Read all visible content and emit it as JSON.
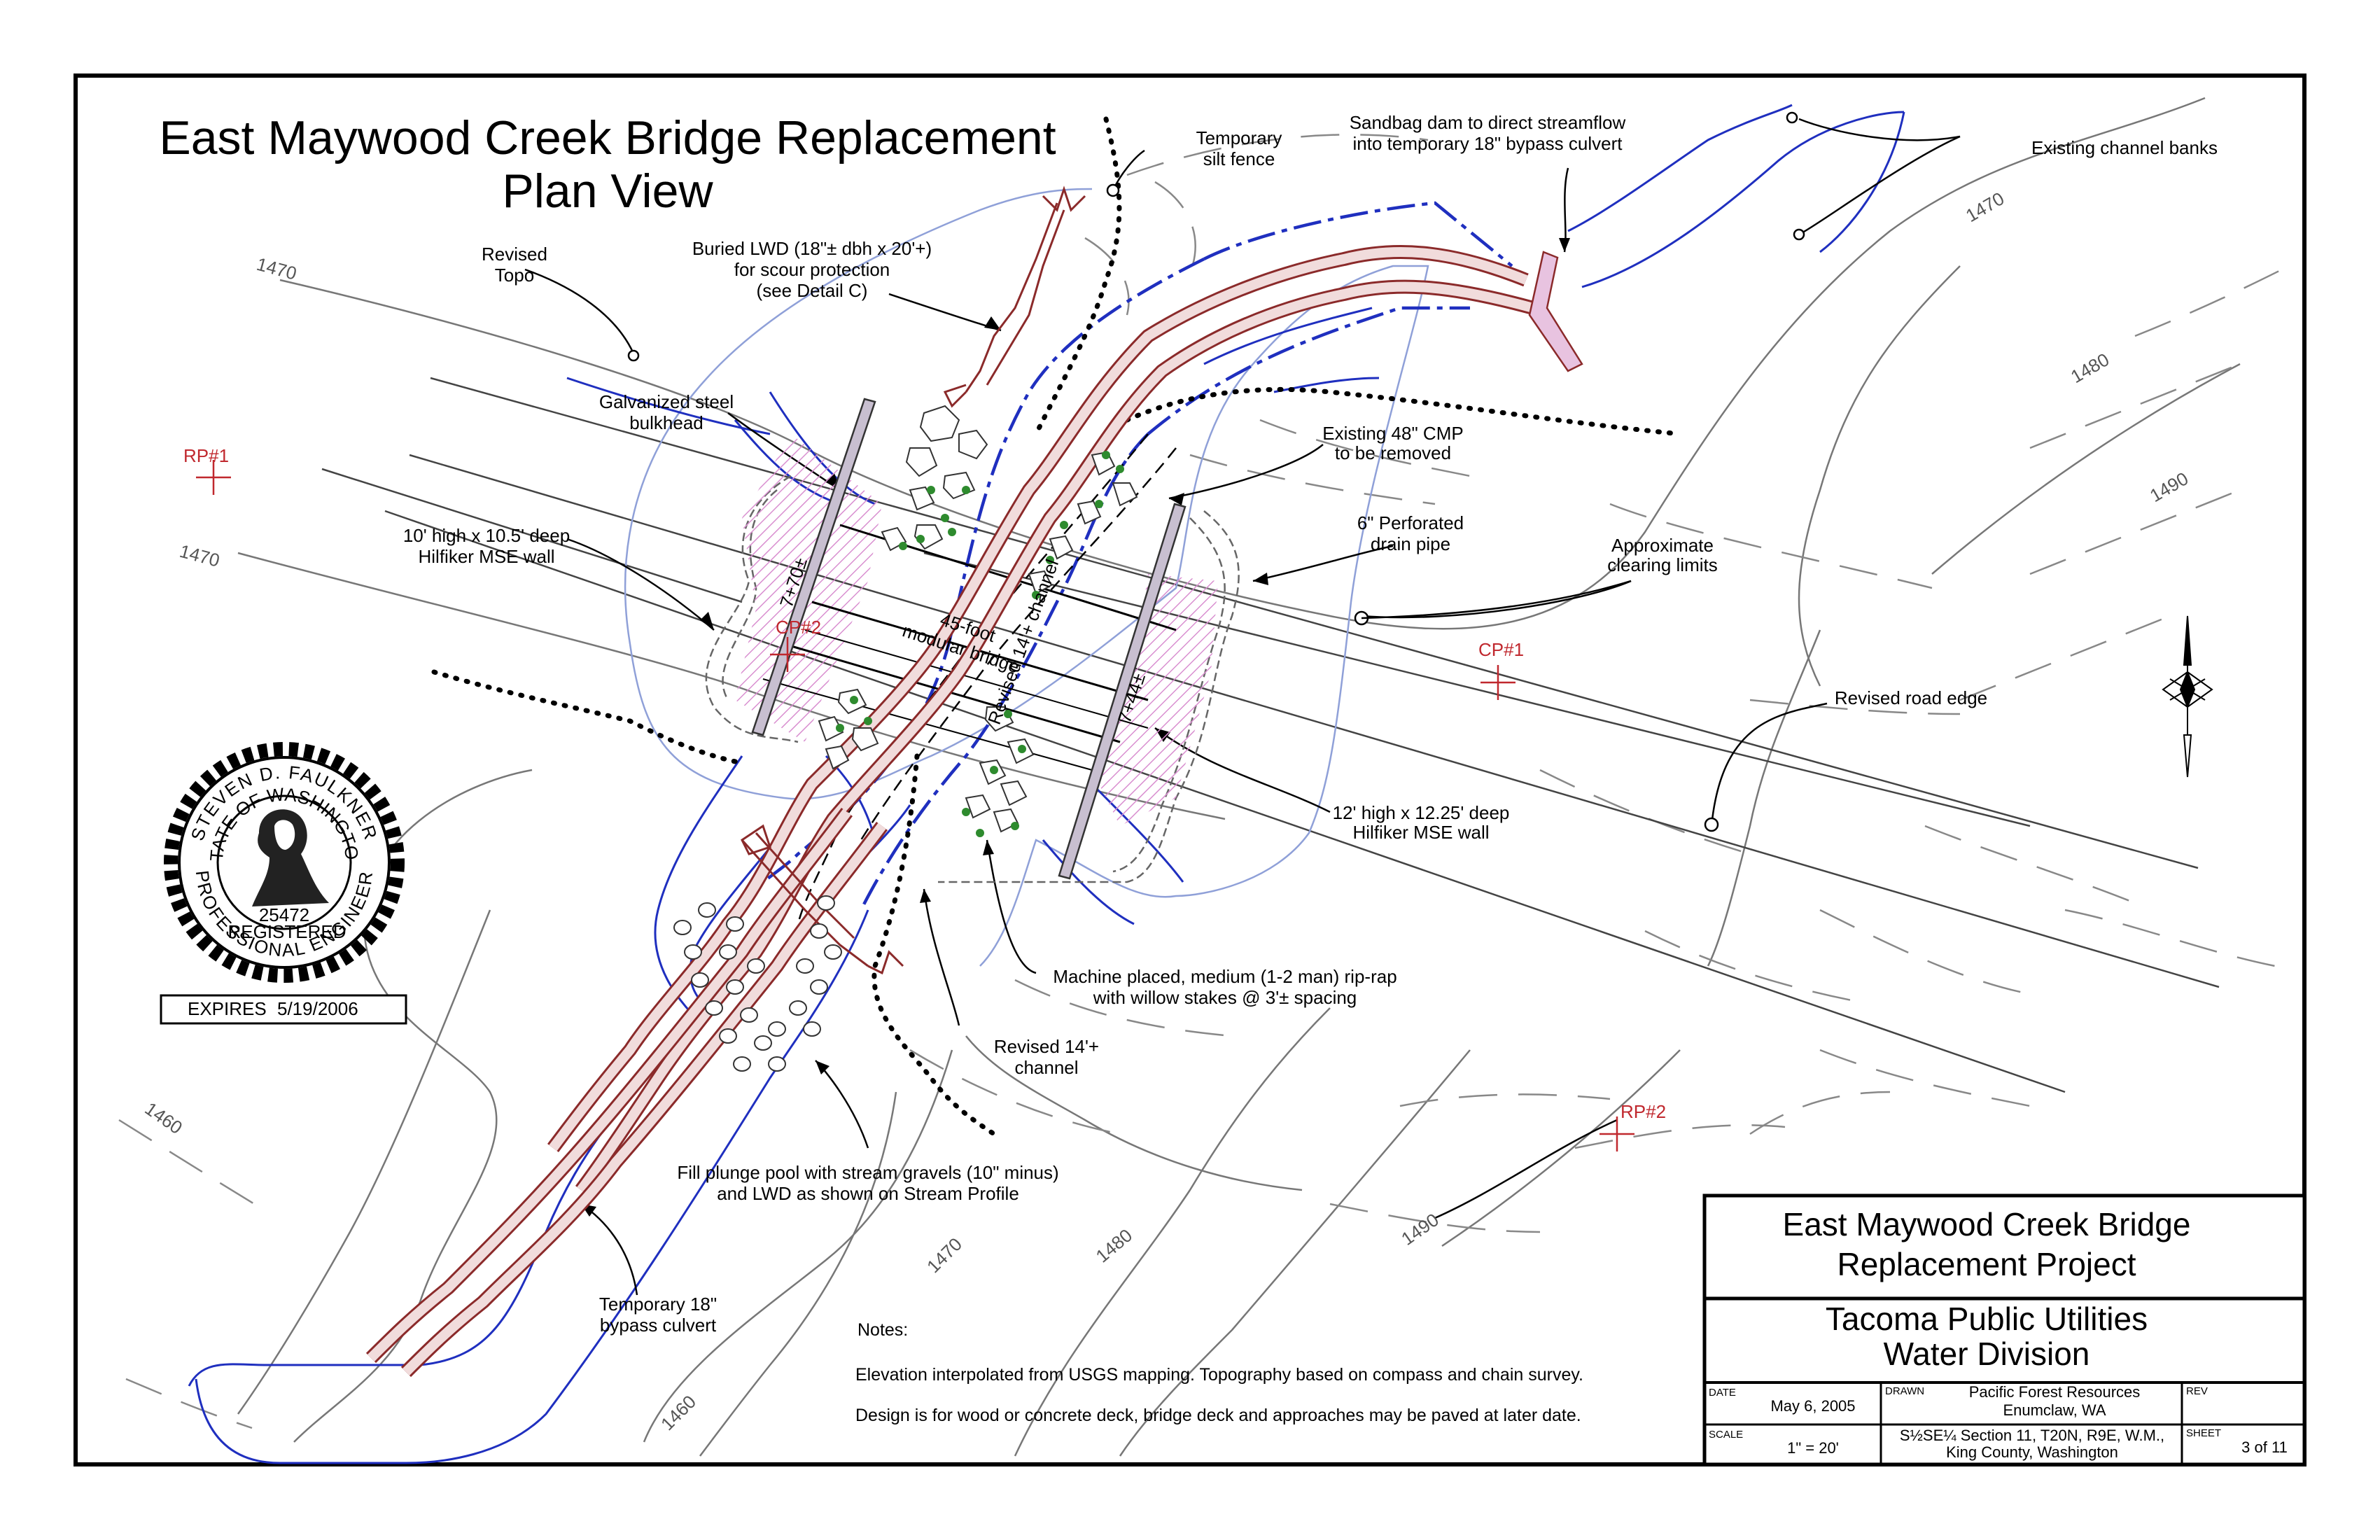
{
  "title": {
    "line1": "East Maywood Creek Bridge Replacement",
    "line2": "Plan View"
  },
  "labels": {
    "silt_fence": [
      "Temporary",
      "silt fence"
    ],
    "sandbag_dam": [
      "Sandbag dam to direct streamflow",
      "into temporary 18\" bypass culvert"
    ],
    "existing_banks": "Existing channel banks",
    "revised_topo": [
      "Revised",
      "Topo"
    ],
    "buried_lwd": [
      "Buried LWD (18\"± dbh x 20'+)",
      "for scour protection",
      "(see Detail C)"
    ],
    "galvanized": [
      "Galvanized steel",
      "bulkhead"
    ],
    "existing_cmp": [
      "Existing 48\" CMP",
      "to be removed"
    ],
    "wall_left": [
      "10' high x 10.5' deep",
      "Hilfiker MSE wall"
    ],
    "drain_pipe": [
      "6\" Perforated",
      "drain pipe"
    ],
    "clearing": [
      "Approximate",
      "clearing limits"
    ],
    "bridge": [
      "45-foot",
      "modular bridge"
    ],
    "sta_left": "7+70±",
    "sta_right": "7+44±",
    "channel_label": "Revised 14'+ channel",
    "cp_left": "CP#2",
    "cp_right": "CP#1",
    "rp1": "RP#1",
    "rp2": "RP#2",
    "revised_road": "Revised road edge",
    "wall_right": [
      "12' high x 12.25' deep",
      "Hilfiker MSE wall"
    ],
    "riprap": [
      "Machine placed, medium (1-2 man) rip-rap",
      "with willow stakes @ 3'± spacing"
    ],
    "revised_channel": [
      "Revised 14'+",
      "channel"
    ],
    "plunge_pool": [
      "Fill plunge pool with stream gravels (10\" minus)",
      "and LWD as shown on Stream Profile"
    ],
    "bypass_culvert": [
      "Temporary 18\"",
      "bypass culvert"
    ]
  },
  "contours": {
    "c1470_a": "1470",
    "c1470_b": "1470",
    "c1470_c": "1470",
    "c1480_a": "1480",
    "c1490_a": "1490",
    "c1460_a": "1460",
    "c1470_d": "1470",
    "c1480_b": "1480",
    "c1490_b": "1490",
    "c1460_b": "1460"
  },
  "seal": {
    "name": "STEVEN D. FAULKNER",
    "state": "STATE OF WASHINGTON",
    "number": "25472",
    "registered": "REGISTERED",
    "professional": "PROFESSIONAL ENGINEER",
    "expires_label": "EXPIRES",
    "expires_date": "5/19/2006"
  },
  "notes": {
    "heading": "Notes:",
    "line1": "Elevation interpolated from USGS mapping.  Topography based on compass and chain survey.",
    "line2": "Design is for wood or concrete deck, bridge deck and approaches may be paved at later date."
  },
  "title_block": {
    "project_line1": "East Maywood Creek Bridge",
    "project_line2": "Replacement Project",
    "org_line1": "Tacoma Public Utilities",
    "org_line2": "Water Division",
    "date_label": "DATE",
    "date_value": "May 6, 2005",
    "drawn_label": "DRAWN",
    "drawn_line1": "Pacific Forest Resources",
    "drawn_line2": "Enumclaw, WA",
    "rev_label": "REV",
    "scale_label": "SCALE",
    "scale_value": "1\" = 20'",
    "location_line1": "S½SE¼ Section 11, T20N, R9E, W.M.,",
    "location_line2": "King County, Washington",
    "sheet_label": "SHEET",
    "sheet_value": "3 of 11"
  },
  "colors": {
    "stream_blue": "#1f2fbf",
    "light_blue": "#8fa0d8",
    "wall_pink": "#d98fd0",
    "culvert_red": "#8b2a2a",
    "control_red": "#c0282e",
    "contour_gray": "#777777"
  }
}
